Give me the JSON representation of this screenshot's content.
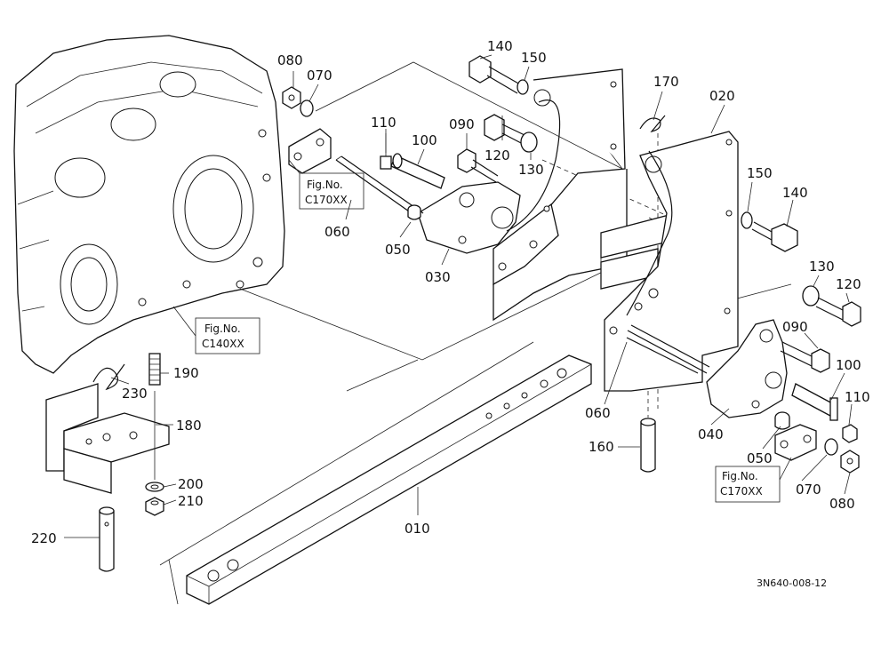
{
  "callouts": {
    "c010": "010",
    "c020": "020",
    "c030": "030",
    "c040": "040",
    "c050a": "050",
    "c050b": "050",
    "c060a": "060",
    "c060b": "060",
    "c070a": "070",
    "c070b": "070",
    "c080a": "080",
    "c080b": "080",
    "c090a": "090",
    "c090b": "090",
    "c100a": "100",
    "c100b": "100",
    "c110a": "110",
    "c110b": "110",
    "c120a": "120",
    "c120b": "120",
    "c130a": "130",
    "c130b": "130",
    "c140a": "140",
    "c140b": "140",
    "c150a": "150",
    "c150b": "150",
    "c160": "160",
    "c170": "170",
    "c180": "180",
    "c190": "190",
    "c200": "200",
    "c210": "210",
    "c220": "220",
    "c230": "230"
  },
  "figure_refs": {
    "fig1_line1": "Fig.No.",
    "fig1_line2": "C170XX",
    "fig2_line1": "Fig.No.",
    "fig2_line2": "C140XX",
    "fig3_line1": "Fig.No.",
    "fig3_line2": "C170XX"
  },
  "drawing_code": "3N640-008-12"
}
